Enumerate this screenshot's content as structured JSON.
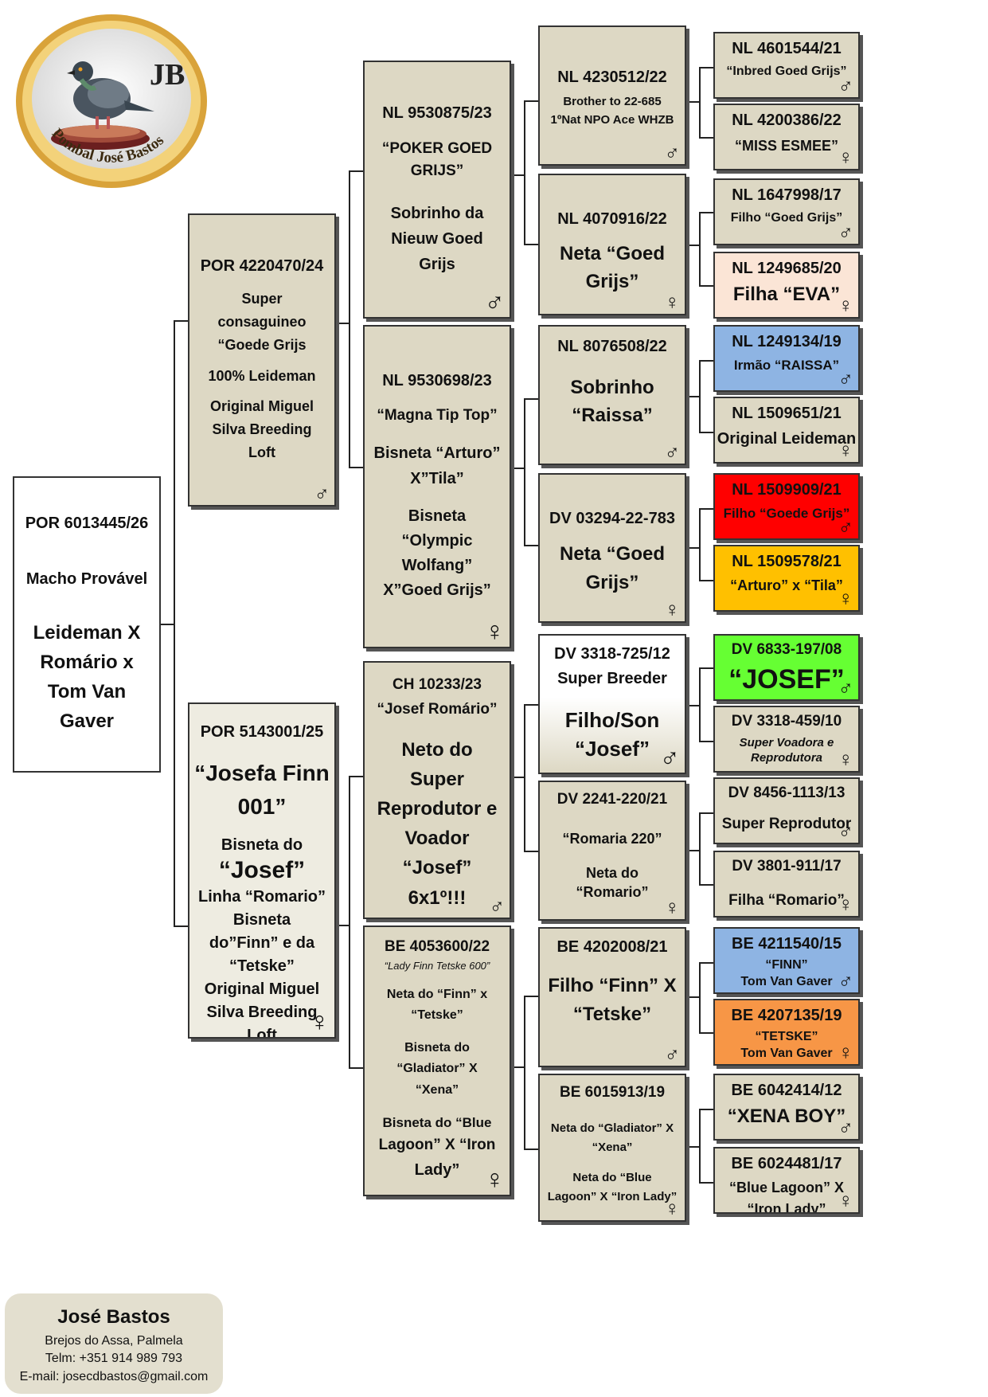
{
  "logo": {
    "initials": "JB",
    "ring_text": "Pombal José Bastos",
    "ring_color": "#d9a33a",
    "icon": "pigeon-icon"
  },
  "symbols": {
    "male": "♂",
    "female": "♀"
  },
  "subject": {
    "ring": "POR 6013445/26",
    "sex_note": "Macho Provável",
    "lines": [
      "Leideman X",
      "Romário x",
      "Tom Van",
      "Gaver"
    ]
  },
  "sire": {
    "ring": "POR 4220470/24",
    "lines": [
      "Super",
      "consaguineo",
      "“Goede Grijs",
      "",
      "100% Leideman",
      "",
      "Original Miguel",
      "Silva Breeding",
      "Loft"
    ]
  },
  "dam": {
    "ring": "POR 5143001/25",
    "name_lines": [
      "“Josefa Finn",
      "001”"
    ],
    "lines_a": [
      "Bisneta do"
    ],
    "highlight": "“Josef”",
    "lines_b": [
      "Linha “Romario”",
      "Bisneta",
      "do”Finn” e da",
      "“Tetske”",
      "Original Miguel",
      "Silva Breeding",
      "Loft"
    ]
  },
  "gen2": [
    {
      "ring": "NL 9530875/23",
      "lines": [
        "“POKER GOED",
        "GRIJS”",
        "",
        "Sobrinho da",
        "Nieuw Goed",
        "Grijs"
      ]
    },
    {
      "ring": "NL 9530698/23",
      "lines": [
        "“Magna Tip Top”",
        "",
        "Bisneta “Arturo”",
        "X”Tila”",
        "",
        "Bisneta",
        "“Olympic",
        "Wolfang”",
        "X”Goed Grijs”"
      ]
    },
    {
      "ring": "CH 10233/23",
      "lines": [
        "“Josef Romário”",
        "",
        "Neto do",
        "Super",
        "Reprodutor e",
        "Voador",
        "“Josef”",
        "6x1º!!!"
      ]
    },
    {
      "ring": "BE 4053600/22",
      "lines": [
        "“Lady Finn Tetske 600”",
        "",
        "Neta do “Finn” x",
        "“Tetske”",
        "",
        "Bisneta do",
        "“Gladiator” X",
        "“Xena”",
        "",
        "Bisneta do “Blue",
        "Lagoon” X “Iron",
        "Lady”"
      ]
    }
  ],
  "gen3": [
    {
      "ring": "NL 4230512/22",
      "lines": [
        "Brother to 22-685",
        "1ºNat NPO Ace WHZB"
      ]
    },
    {
      "ring": "NL 4070916/22",
      "lines": [
        "Neta “Goed",
        "Grijs”"
      ]
    },
    {
      "ring": "NL 8076508/22",
      "lines": [
        "Sobrinho",
        "“Raissa”"
      ]
    },
    {
      "ring": "DV 03294-22-783",
      "lines": [
        "Neta “Goed",
        "Grijs”"
      ]
    },
    {
      "ring": "DV 3318-725/12",
      "lines": [
        "Super Breeder",
        "",
        "Filho/Son",
        "“Josef”"
      ]
    },
    {
      "ring": "DV 2241-220/21",
      "lines": [
        "“Romaria 220”",
        "",
        "Neta do",
        "“Romario”"
      ]
    },
    {
      "ring": "BE 4202008/21",
      "lines": [
        "Filho “Finn” X",
        "“Tetske”"
      ]
    },
    {
      "ring": "BE 6015913/19",
      "lines": [
        "Neta do “Gladiator” X",
        "“Xena”",
        "",
        "Neta do “Blue",
        "Lagoon” X “Iron Lady”"
      ]
    }
  ],
  "gen4": [
    {
      "ring": "NL 4601544/21",
      "lines": [
        "“Inbred Goed Grijs”"
      ],
      "color": "#ddd8c4"
    },
    {
      "ring": "NL 4200386/22",
      "lines": [
        "“MISS ESMEE”"
      ],
      "color": "#ddd8c4"
    },
    {
      "ring": "NL 1647998/17",
      "lines": [
        "Filho  “Goed Grijs”"
      ],
      "color": "#ddd8c4"
    },
    {
      "ring": "NL 1249685/20",
      "lines": [
        "Filha “EVA”"
      ],
      "color": "#fbe5d6"
    },
    {
      "ring": "NL 1249134/19",
      "lines": [
        "Irmão “RAISSA”"
      ],
      "color": "#8eb4e3"
    },
    {
      "ring": "NL 1509651/21",
      "lines": [
        "Original Leideman"
      ],
      "color": "#ddd8c4"
    },
    {
      "ring": "NL 1509909/21",
      "lines": [
        "Filho “Goede Grijs”"
      ],
      "color": "#ff0000"
    },
    {
      "ring": "NL 1509578/21",
      "lines": [
        "“Arturo” x “Tila”"
      ],
      "color": "#ffc000"
    },
    {
      "ring": "DV 6833-197/08",
      "lines": [
        "“JOSEF”"
      ],
      "color": "#66ff33"
    },
    {
      "ring": "DV 3318-459/10",
      "lines": [
        "Super Voadora e",
        "Reprodutora"
      ],
      "color": "#ddd8c4"
    },
    {
      "ring": "DV 8456-1113/13",
      "lines": [
        "Super Reprodutor"
      ],
      "color": "#ddd8c4"
    },
    {
      "ring": "DV 3801-911/17",
      "lines": [
        "Filha “Romario”"
      ],
      "color": "#ddd8c4"
    },
    {
      "ring": "BE 4211540/15",
      "lines": [
        "“FINN”",
        "Tom Van Gaver"
      ],
      "color": "#8eb4e3"
    },
    {
      "ring": "BE 4207135/19",
      "lines": [
        "“TETSKE”",
        "Tom Van Gaver"
      ],
      "color": "#f79646"
    },
    {
      "ring": "BE 6042414/12",
      "lines": [
        "“XENA BOY”"
      ],
      "color": "#ddd8c4"
    },
    {
      "ring": "BE 6024481/17",
      "lines": [
        "“Blue Lagoon” X",
        "“Iron Lady”"
      ],
      "color": "#ddd8c4"
    }
  ],
  "contact": {
    "name": "José Bastos",
    "address": "Brejos do Assa, Palmela",
    "phone": "Telm: +351 914 989 793",
    "email": "E-mail: josecdbastos@gmail.com"
  }
}
